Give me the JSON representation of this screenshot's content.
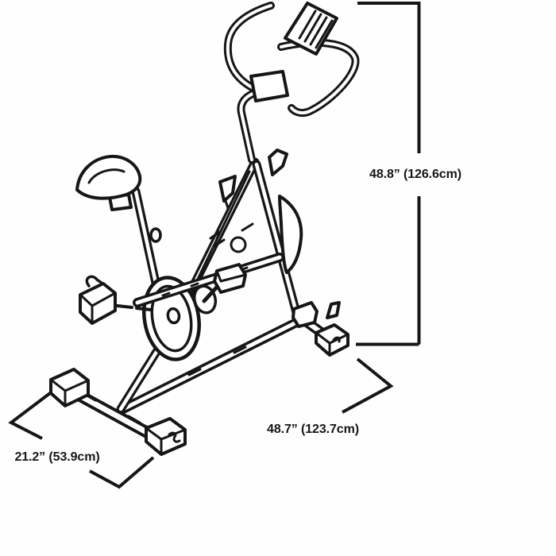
{
  "colors": {
    "ink": "#161616",
    "background": "#ffffff"
  },
  "drawing": {
    "subject_icon": "exercise-bike-line-art"
  },
  "dimensions": {
    "height": {
      "inches": "48.8",
      "cm": "126.6",
      "label": "48.8” (126.6cm)"
    },
    "length": {
      "inches": "48.7",
      "cm": "123.7",
      "label": "48.7” (123.7cm)"
    },
    "width": {
      "inches": "21.2",
      "cm": "53.9",
      "label": "21.2” (53.9cm)"
    }
  }
}
